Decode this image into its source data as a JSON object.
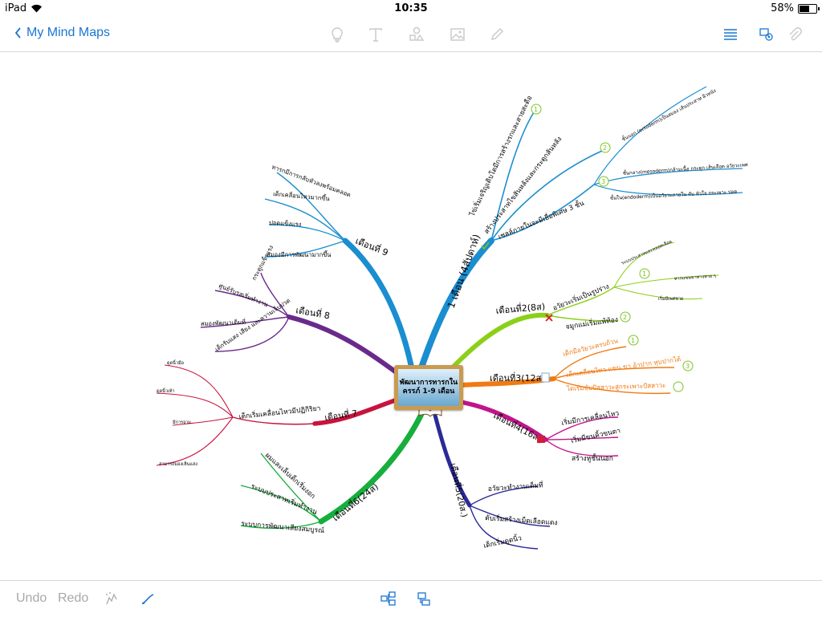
{
  "status": {
    "device": "iPad",
    "time": "10:35",
    "battery": "58%",
    "battery_level": 0.58
  },
  "nav": {
    "back_label": "My Mind Maps"
  },
  "bottom": {
    "undo": "Undo",
    "redo": "Redo"
  },
  "colors": {
    "accent": "#1a76d2",
    "blue": "#1a8ed0",
    "green_light": "#8ccf1a",
    "orange": "#f07a14",
    "magenta": "#c0158a",
    "navy": "#2b2a96",
    "green": "#17ae3e",
    "red": "#c8133e",
    "purple": "#6a2a8c"
  },
  "mindmap": {
    "central": "พัฒนาการทารกในครรภ์ 1-9 เดือน",
    "b1": {
      "label": "1 เดือน (4สัปดาห์)",
      "sub1": "ไข่เริ่มเจริญเติบโตมีการสร้างรกและสายสะดือ",
      "sub2": "สร้างประสาทไขสันหลังและกระดูกสันหลัง",
      "sub3": "เซลล์ภายในจะมีเยื่อพิเศษ 3 ชั้น",
      "layer1": "ชั้นนอก (ectoderm)เป็นสมอง เส้นประสาท ผิวหนัง",
      "layer2": "ชั้นกลาง(mesoderm)กล้ามเนื้อ กระดูก เส้นเลือด อวัยวะเพศ",
      "layer3": "ชั้นใน(endoderm)เป็นอวัยวะภายใน ตับ หัวใจ กระเพาะ ปอด"
    },
    "b2": {
      "label": "เดือนที่2(8ส)",
      "sub1": "อวัยวะเริ่มเป็นรูปร่าง",
      "sub2": "จมูกแม่เริ่มแพ้ท้อง",
      "detail1": "ระบบประสาทและหลอดเลือด",
      "detail2": "หากแขนขาหางหาย ๆ",
      "detail3": "เริ่มมีเพศชาย"
    },
    "b3": {
      "label": "เดือนที่3(12ส.)",
      "sub1": "เด็กมีอวัยวะครบถ้วน",
      "sub2": "เด็กเคลื่อนไหว แขน ขา อ้าปาก หุบปากได้",
      "sub3": "ไตเริ่มขับปัสสาวะสู่กระเพาะปัสสาวะ"
    },
    "b4": {
      "label": "เดือนที่4(16ส.)",
      "sub1": "เริ่มมีการเคลื่อนไหว",
      "sub2": "เริ่มมีขนคิ้วขนตา",
      "sub3": "สร้างหูชั้นนอก"
    },
    "b5": {
      "label": "เดือนที่5(20ส.)",
      "sub1": "อวัยวะทำงานเต็มที่",
      "sub2": "ตับเริ่มสร้างเม็ดเลือดแดง",
      "sub3": "เด็กเริ่มดูดนิ้ว"
    },
    "b6": {
      "label": "เดือนที่6(24ส)",
      "sub1": "ผมและเล็บเด็กเริ่มงอก",
      "sub2": "ระบบประสาทเริ่มทำงาน",
      "sub3": "ระบบการพัฒนาเสียงสมบูรณ์"
    },
    "b7": {
      "label": "เดือนที่ 7",
      "sub": "เด็กเริ่มเคลื่อนไหวมีปฏิกิริยา",
      "s1": "ดูดนิ้วมือ",
      "s2": "ดูดนิ้วเท้า",
      "s3": "มีการจาม",
      "s4": "สามารถมองเห็นแสง"
    },
    "b8": {
      "label": "เดือนที่ 8",
      "s1": "กระดูกแข็งแรง",
      "s2": "ศูนย์รับรสเริ่มทำงาน",
      "s3": "สมองพัฒนาเต็มที่",
      "s4": "เด็กรับแสง เสียง และความเจ็บปวด"
    },
    "b9": {
      "label": "เดือนที่ 9",
      "s1": "ทารกมีการกลับหัวลงพร้อมคลอด",
      "s2": "เด็กเคลื่อนไหวมากขึ้น",
      "s3": "ปอดแข็งแรง",
      "s4": "สมองมีการพัฒนามากขึ้น"
    },
    "markers": {
      "m1": "1",
      "m2": "2",
      "m3": "3"
    }
  }
}
